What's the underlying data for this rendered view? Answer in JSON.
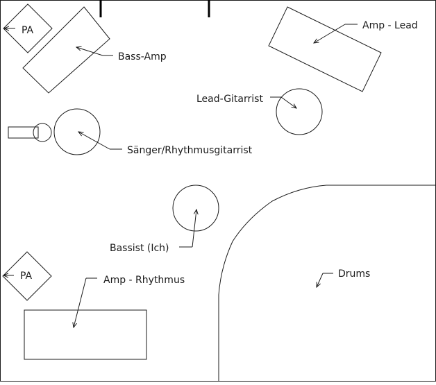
{
  "labels": {
    "pa_top": "PA",
    "pa_bottom": "PA",
    "bass_amp": "Bass-Amp",
    "amp_lead": "Amp - Lead",
    "lead_guitarist": "Lead-Gitarrist",
    "singer": "Sänger/Rhythmusgitarrist",
    "bassist": "Bassist (Ich)",
    "amp_rhythm": "Amp - Rhythmus",
    "drums": "Drums"
  }
}
